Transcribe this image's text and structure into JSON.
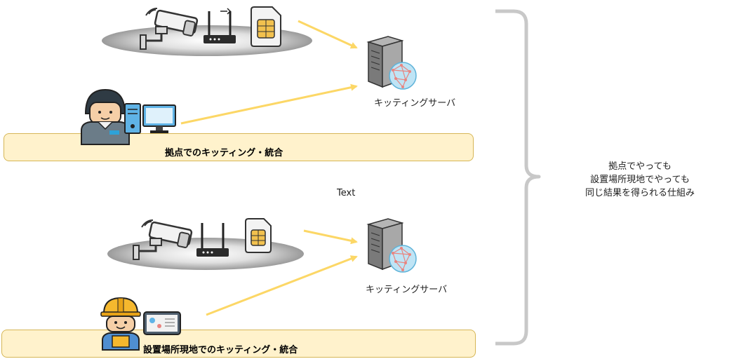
{
  "top": {
    "band_label": "拠点でのキッティング・統合",
    "server_label": "キッティングサーバ"
  },
  "bottom": {
    "band_label": "設置場所現地でのキッティング・統合",
    "server_label": "キッティングサーバ"
  },
  "middle_text": "Text",
  "summary": {
    "line1": "拠点でやっても",
    "line2": "設置場所現地でやっても",
    "line3": "同じ結果を得られる仕組み"
  },
  "colors": {
    "arrow": "#fcd766",
    "band_fill": "#fff2cc",
    "band_border": "#d6b656",
    "brace": "#c8c8c8"
  },
  "icons": [
    "camera-icon",
    "router-icon",
    "sim-card-icon",
    "server-icon",
    "globe-icon",
    "technician-icon",
    "desktop-pc-icon",
    "engineer-icon",
    "tablet-icon"
  ]
}
